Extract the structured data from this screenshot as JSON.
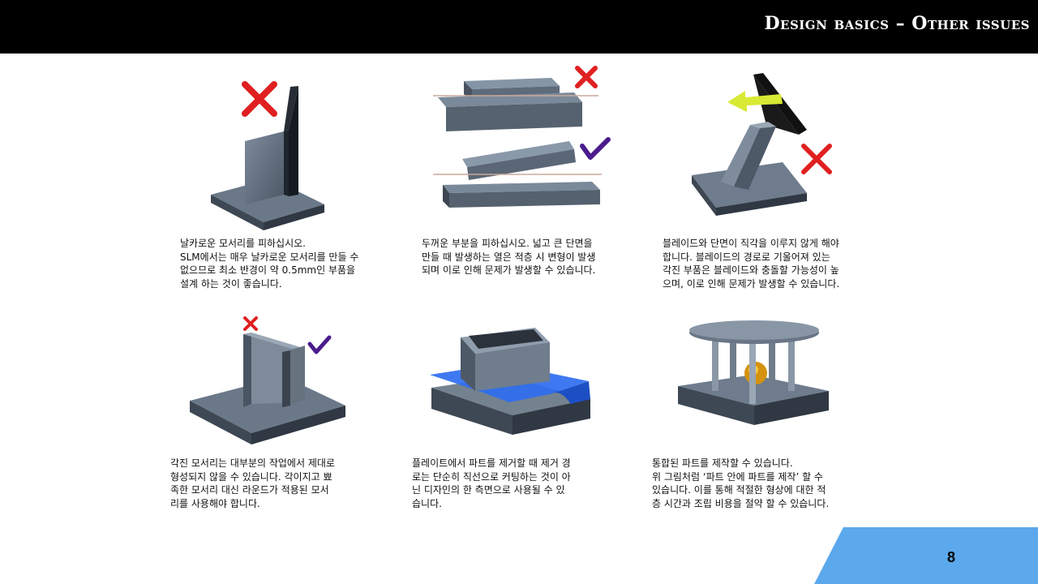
{
  "slide": {
    "title": "Design basics – Other issues",
    "page_number": "8",
    "accent_color": "#5ba8ec"
  },
  "panels": [
    {
      "lines": [
        "날카로운 모서리를 피하십시오.",
        "SLM에서는 매우 날카로운 모서리를 만들 수",
        "없으므로 최소 반경이 약 0.5mm인 부품을",
        "설계 하는 것이 좋습니다."
      ]
    },
    {
      "lines": [
        "두꺼운 부분을 피하십시오. 넓고 큰 단면을",
        "만들 때 발생하는 열은 적층 시 변형이 발생",
        "되며 이로 인해 문제가 발생할 수 있습니다."
      ]
    },
    {
      "lines": [
        "블레이드와 단면이 직각을 이루지 않게 해야",
        "합니다. 블레이드의 경로로 기울어져 있는",
        "각진 부품은 블레이드와 충돌할 가능성이 높",
        "으며, 이로 인해 문제가 발생할 수 있습니다."
      ]
    },
    {
      "lines": [
        "각진 모서리는 대부분의 작업에서 제대로",
        "형성되지 않을 수 있습니다. 각이지고 뾰",
        "족한 모서리 대신 라운드가 적용된 모서",
        "리를 사용해야 합니다."
      ]
    },
    {
      "lines": [
        "플레이트에서 파트를 제거할 때 제거 경",
        "로는 단순히 직선으로 커팅하는 것이 아",
        "닌 디자인의 한 측면으로 사용될 수 있",
        "습니다."
      ]
    },
    {
      "lines": [
        "통합된 파트를 제작할 수 있습니다.",
        "위 그림처럼 ‘파트 안에 파트를 제작’ 할 수",
        "있습니다. 이를 통해 적절한 형상에 대한 적",
        "층 시간과 조립 비용을 절약 할 수 있습니다."
      ]
    }
  ]
}
